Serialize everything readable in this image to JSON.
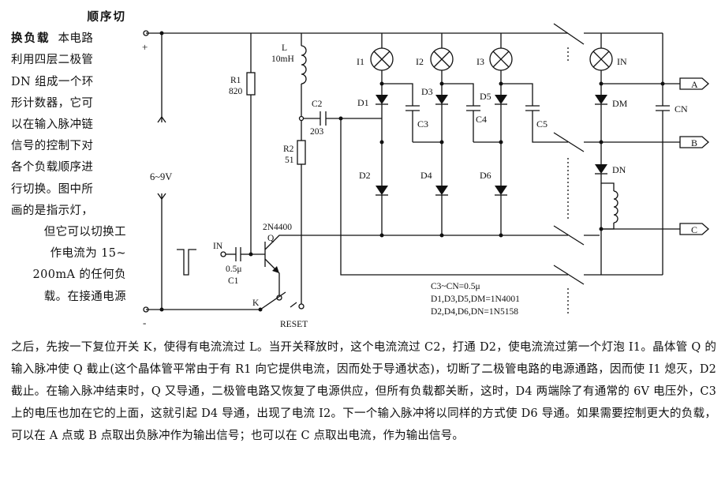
{
  "sidebar": {
    "title_line1": "顺序切",
    "title_line2": "换负载",
    "line2_rest": "本电路",
    "lines": [
      "利用四层二极管",
      "DN 组成一个环",
      "形计数器，它可",
      "以在输入脉冲链",
      "信号的控制下对",
      "各个负载顺序进",
      "行切换。图中所",
      "画的是指示灯，",
      "但它可以切换工",
      "作电流为 15~",
      "200mA 的任何负",
      "载。在接通电源"
    ]
  },
  "body": {
    "text": "之后，先按一下复位开关 K，使得有电流流过 L。当开关释放时，这个电流流过 C2，打通 D2，使电流流过第一个灯泡 I1。晶体管 Q 的输入脉冲使 Q 截止(这个晶体管平常由于有 R1 向它提供电流，因而处于导通状态)，切断了二极管电路的电源通路，因而使 I1 熄灭，D2 截止。在输入脉冲结束时，Q 又导通，二极管电路又恢复了电源供应，但所有负载都关断，这时，D4 两端除了有通常的 6V 电压外，C3 上的电压也加在它的上面，这就引起 D4 导通，出现了电流 I2。下一个输入脉冲将以同样的方式使 D6 导通。如果需要控制更大的负载，可以在 A 点或 B 点取出负脉冲作为输出信号；也可以在 C 点取出电流，作为输出信号。"
  },
  "circuit": {
    "plus": "+",
    "minus": "-",
    "supply": "6~9V",
    "r1_name": "R1",
    "r1_value": "820",
    "l_name": "L",
    "l_value": "10mH",
    "c2_name": "C2",
    "c2_value": "203",
    "r2_name": "R2",
    "r2_value": "51",
    "transistor": "2N4400",
    "q": "Q",
    "in": "IN",
    "c1_value": "0.5μ",
    "c1_name": "C1",
    "k": "K",
    "reset": "RESET",
    "lamps": [
      "I1",
      "I2",
      "I3",
      "IN"
    ],
    "diodes_top": [
      "D1",
      "D3",
      "D5",
      "DM"
    ],
    "diodes_bottom": [
      "D2",
      "D4",
      "D6",
      "DN"
    ],
    "caps": [
      "C3",
      "C4",
      "C5",
      "CN"
    ],
    "outputs": [
      "A",
      "B",
      "C"
    ],
    "notes": [
      "C3~CN=0.5μ",
      "D1,D3,D5,DM=1N4001",
      "D2,D4,D6,DN=1N5158"
    ]
  }
}
